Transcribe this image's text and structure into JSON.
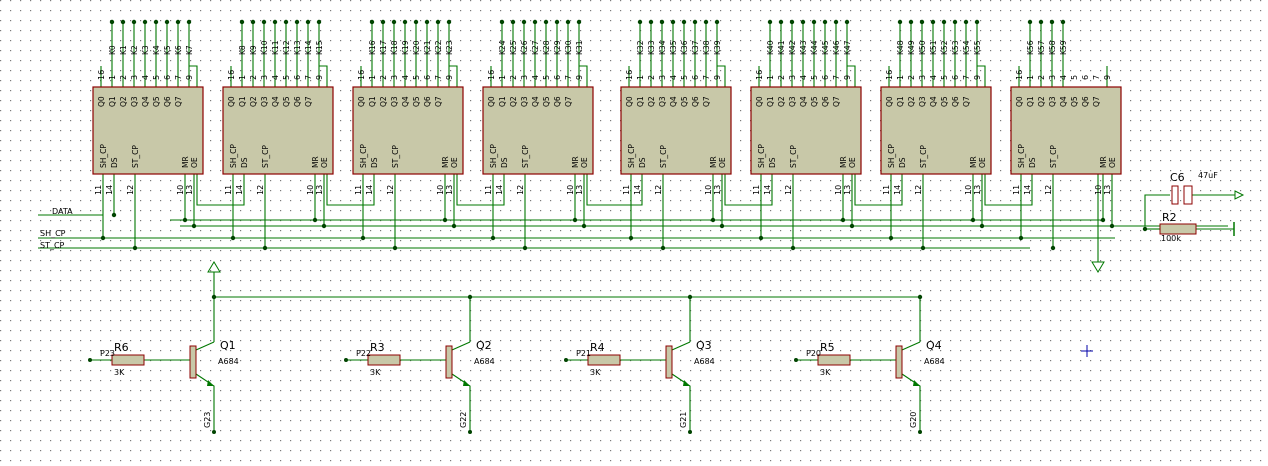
{
  "schematic": {
    "colors": {
      "background": "#ffffff",
      "grid_dot": "#7a7a7a",
      "wire": "#007700",
      "chip_fill": "#c8c8a8",
      "chip_border": "#8c0000",
      "junction": "#004400",
      "ground_symbol": "#007700"
    },
    "icons": [
      "power-arrow-icon",
      "ground-triangle-icon",
      "ground-bar-icon",
      "cursor-crosshair-icon"
    ],
    "chip_pin_labels_top": [
      "16",
      "1",
      "2",
      "3",
      "4",
      "5",
      "6",
      "7",
      "9"
    ],
    "chip_output_labels": [
      "Q0",
      "Q1",
      "Q2",
      "Q3",
      "Q4",
      "Q5",
      "Q6",
      "Q7"
    ],
    "chip_bottom_labels": [
      "SH_CP",
      "DS",
      "ST_CP",
      "MR",
      "OE"
    ],
    "chip_bottom_pins": [
      "11",
      "14",
      "12",
      "10",
      "13"
    ],
    "chips": [
      {
        "k": [
          "K0",
          "K1",
          "K2",
          "K3",
          "K4",
          "K5",
          "K6",
          "K7"
        ]
      },
      {
        "k": [
          "K8",
          "K9",
          "K10",
          "K11",
          "K12",
          "K13",
          "K14",
          "K15"
        ]
      },
      {
        "k": [
          "K16",
          "K17",
          "K18",
          "K19",
          "K20",
          "K21",
          "K22",
          "K23"
        ]
      },
      {
        "k": [
          "K24",
          "K25",
          "K26",
          "K27",
          "K28",
          "K29",
          "K30",
          "K31"
        ]
      },
      {
        "k": [
          "K32",
          "K33",
          "K34",
          "K35",
          "K36",
          "K37",
          "K38",
          "K39"
        ]
      },
      {
        "k": [
          "K40",
          "K41",
          "K42",
          "K43",
          "K44",
          "K45",
          "K46",
          "K47"
        ]
      },
      {
        "k": [
          "K48",
          "K49",
          "K50",
          "K51",
          "K52",
          "K53",
          "K54",
          "K55"
        ]
      },
      {
        "k": [
          "K56",
          "K57",
          "K58",
          "K59"
        ]
      }
    ],
    "nets": {
      "data": "DATA",
      "sh_cp": "SH_CP",
      "st_cp": "ST_CP"
    },
    "capacitor": {
      "ref": "C6",
      "value": "47uF"
    },
    "resistor_top": {
      "ref": "R2",
      "value": "100k"
    },
    "transistors": [
      {
        "port": "P23",
        "res_ref": "R6",
        "res_value": "3K",
        "ref": "Q1",
        "part": "A684",
        "gnd": "G23"
      },
      {
        "port": "P22",
        "res_ref": "R3",
        "res_value": "3K",
        "ref": "Q2",
        "part": "A684",
        "gnd": "G22"
      },
      {
        "port": "P21",
        "res_ref": "R4",
        "res_value": "3K",
        "ref": "Q3",
        "part": "A684",
        "gnd": "G21"
      },
      {
        "port": "P20",
        "res_ref": "R5",
        "res_value": "3K",
        "ref": "Q4",
        "part": "A684",
        "gnd": "G20"
      }
    ]
  }
}
